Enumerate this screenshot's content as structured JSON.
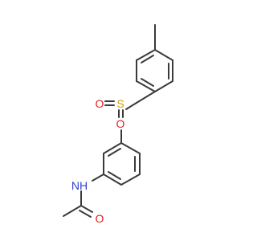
{
  "molecule": {
    "atoms": {
      "sulfonyl_s": "S",
      "sulfonyl_o_left": "O",
      "sulfonyl_o_bottom": "O",
      "sulfonamide_nh": "NH",
      "amide_nh": "NH",
      "carbonyl_o": "O"
    },
    "colors": {
      "bond": "#3a3a3a",
      "nitrogen": "#2f3fd0",
      "oxygen": "#e0201c",
      "sulfur": "#c9a400"
    }
  }
}
